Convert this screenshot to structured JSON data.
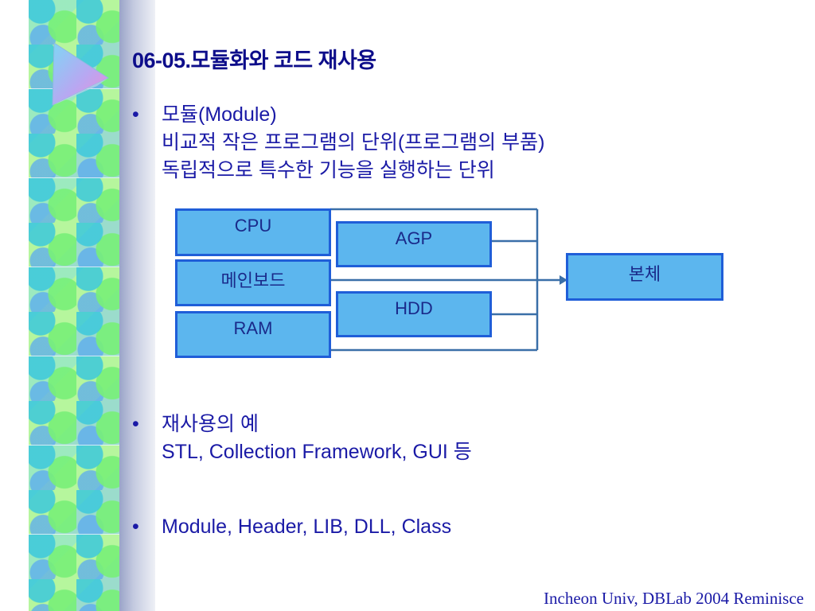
{
  "slide": {
    "title": "06-05.모듈화와 코드 재사용",
    "bullets": [
      {
        "marker": "•",
        "lines": [
          "모듈(Module)",
          "비교적 작은 프로그램의 단위(프로그램의 부품)",
          "독립적으로 특수한 기능을 실행하는 단위"
        ]
      },
      {
        "marker": "•",
        "lines": [
          "재사용의 예",
          "STL, Collection Framework, GUI 등"
        ]
      },
      {
        "marker": "•",
        "lines": [
          "Module, Header, LIB, DLL, Class"
        ]
      }
    ],
    "diagram": {
      "boxes": {
        "cpu": "CPU",
        "agp": "AGP",
        "mainboard": "메인보드",
        "hdd": "HDD",
        "ram": "RAM",
        "body": "본체"
      }
    },
    "footer": "Incheon Univ, DBLab 2004 Reminisce"
  },
  "colors": {
    "title": "#0d0d8a",
    "text": "#1a1aa6",
    "box_fill": "#5cb6ee",
    "box_border": "#1f5ed8",
    "connector": "#3a6fa8"
  }
}
